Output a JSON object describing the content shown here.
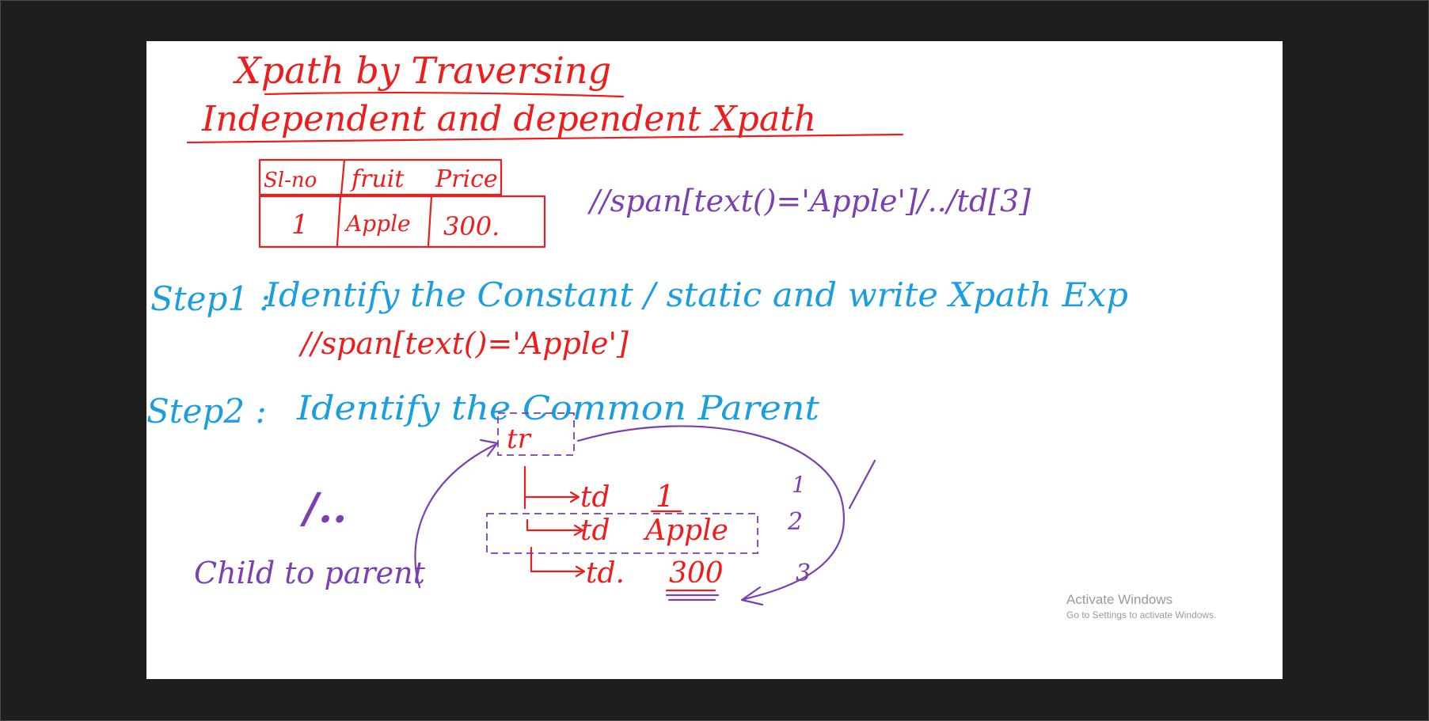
{
  "notes": {
    "title": "Xpath by Traversing",
    "subtitle": "Independent and dependent Xpath",
    "table": {
      "headers": [
        "Sl-no",
        "fruit",
        "Price"
      ],
      "row": [
        "1",
        "Apple",
        "300."
      ]
    },
    "full_xpath": "//span[text()='Apple']/../td[3]",
    "step1_label": "Step1 :",
    "step1_text": "Identify the Constant / static and write Xpath Exp",
    "step1_xpath": "//span[text()='Apple']",
    "step2_label": "Step2 :",
    "step2_text": "Identify the Common Parent",
    "parent_node": "tr",
    "child_1_tag": "td",
    "child_1_value": "1",
    "child_2_tag": "td",
    "child_2_value": "Apple",
    "child_3_tag": "td.",
    "child_3_value": "300",
    "index_1": "1",
    "index_2": "2",
    "index_3": "3",
    "parent_symbol": "/..",
    "child_slash": "/",
    "child_to_parent": "Child to parent"
  },
  "watermark": {
    "title": "Activate Windows",
    "subtitle": "Go to Settings to activate Windows."
  },
  "colors": {
    "background": "#1e1e1e",
    "board": "#ffffff",
    "red_ink": "#ee1c1c",
    "blue_ink": "#1a9ee0",
    "purple_ink": "#7a3fb0"
  }
}
